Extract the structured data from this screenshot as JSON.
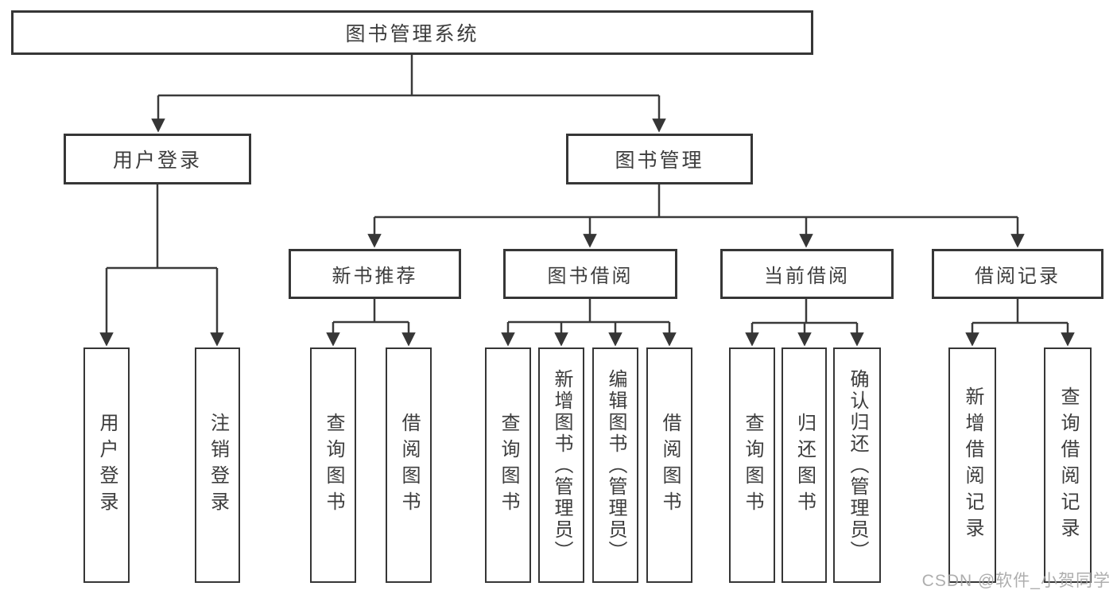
{
  "diagram": {
    "root": {
      "label": "图书管理系统"
    },
    "level2": [
      {
        "label": "用户登录",
        "children": [
          {
            "label": "用户登录"
          },
          {
            "label": "注销登录"
          }
        ]
      },
      {
        "label": "图书管理"
      }
    ],
    "level3": [
      {
        "label": "新书推荐",
        "children": [
          {
            "label": "查询图书"
          },
          {
            "label": "借阅图书"
          }
        ]
      },
      {
        "label": "图书借阅",
        "children": [
          {
            "label": "查询图书"
          },
          {
            "label": "新增图书（管理员）"
          },
          {
            "label": "编辑图书（管理员）"
          },
          {
            "label": "借阅图书"
          }
        ]
      },
      {
        "label": "当前借阅",
        "children": [
          {
            "label": "查询图书"
          },
          {
            "label": "归还图书"
          },
          {
            "label": "确认归还（管理员）"
          }
        ]
      },
      {
        "label": "借阅记录",
        "children": [
          {
            "label": "新增借阅记录"
          },
          {
            "label": "查询借阅记录"
          }
        ]
      }
    ],
    "colors": {
      "line": "#3a3a3a",
      "border": "#363636",
      "text": "#3d3d3d",
      "watermark": "#a5a5a5",
      "background": "#ffffff"
    }
  },
  "watermark": {
    "text": "CSDN @软件_小贺同学"
  }
}
